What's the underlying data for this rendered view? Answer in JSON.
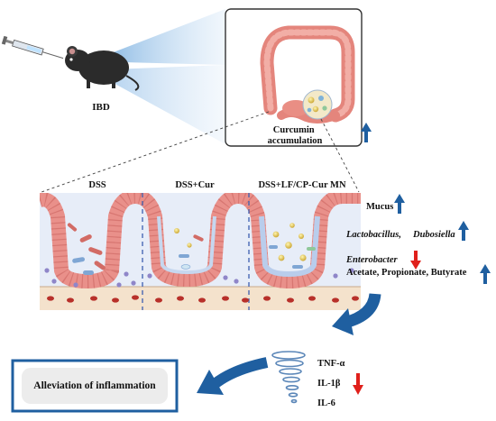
{
  "labels": {
    "ibd": "IBD",
    "curcumin_accumulation_line1": "Curcumin",
    "curcumin_accumulation_line2": "accumulation",
    "group_dss": "DSS",
    "group_dss_cur": "DSS+Cur",
    "group_dss_lf_cp_cur_mn": "DSS+LF/CP-Cur MN",
    "mucus": "Mucus",
    "lactobacillus": "Lactobacillus,",
    "dubosiella": "Dubosiella",
    "enterobacter": "Enterobacter",
    "scfa": "Acetate, Propionate, Butyrate",
    "tnf": "TNF-α",
    "il1b": "IL-1β",
    "il6": "IL-6",
    "alleviation": "Alleviation of inflammation"
  },
  "indicators": {
    "curcumin_accumulation": "up",
    "mucus": "up",
    "lactobacillus_dubosiella": "up",
    "enterobacter": "down",
    "scfa": "up",
    "cytokines": "down"
  },
  "colors": {
    "up_arrow": "#1f5fa0",
    "down_arrow": "#e0201b",
    "flow_arrow": "#1f5fa0",
    "frame_blue": "#1f5fa0",
    "tissue": "#e9908a",
    "lumen": "#e7edf8",
    "submucosa": "#f4e2cc"
  },
  "icons": [
    "syringe-icon",
    "mouse-icon",
    "colon-icon",
    "nanoparticle-icon",
    "tornado-icon",
    "bacteria-icon"
  ]
}
